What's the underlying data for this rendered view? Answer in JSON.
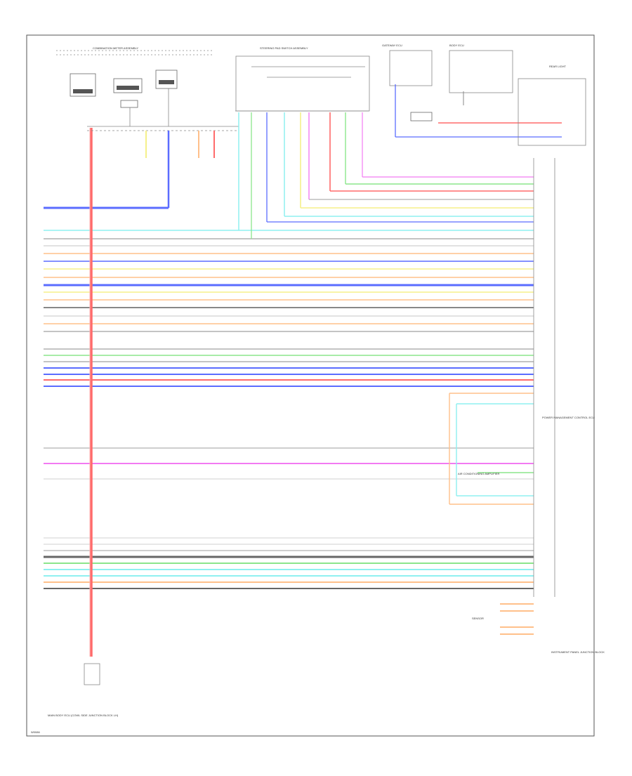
{
  "diagram": {
    "page_id": "W0086",
    "titles": {
      "combination_meter": "COMBINATION METER ASSEMBLY",
      "steering_switch": "STEERING PAD SWITCH ASSEMBLY",
      "gateway_ecu": "GATEWAY ECU",
      "body_ecu": "BODY ECU",
      "rear_light": "REAR LIGHT",
      "power_management": "POWER MANAGEMENT CONTROL ECU",
      "air_conditioning": "AIR CONDITIONING AMPLIFIER",
      "sensor": "SENSOR",
      "instrument_panel": "INSTRUMENT PANEL JUNCTION BLOCK",
      "main_body_ecu": "MAIN BODY ECU (COWL SIDE JUNCTION BLOCK LH)"
    }
  },
  "colors": {
    "red": "#ff6b6b",
    "blue": "#5b6cff",
    "cyan": "#8ff0f0",
    "green": "#8ce68c",
    "yellow": "#f5f08a",
    "magenta": "#f27af2",
    "orange": "#ffc08a",
    "gray": "#b0b0b0",
    "pale": "#d9d9d9"
  }
}
